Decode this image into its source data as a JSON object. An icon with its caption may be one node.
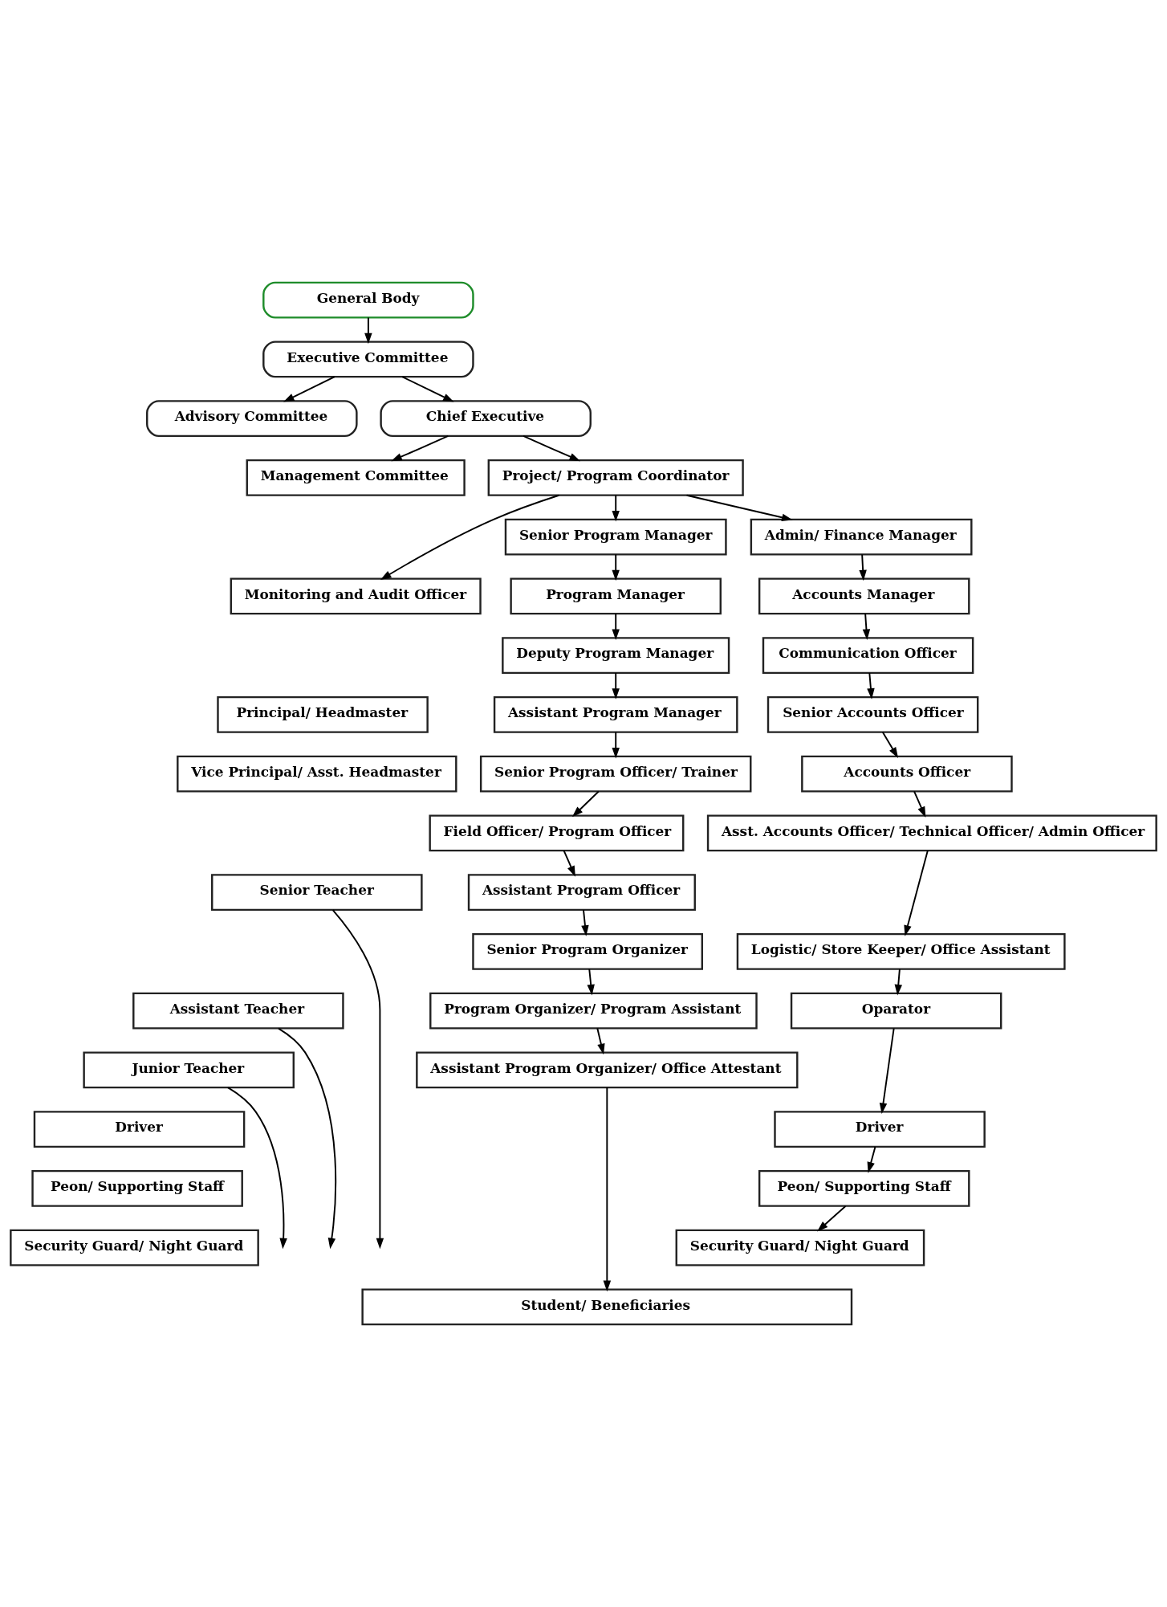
{
  "diagram": {
    "nodes": [
      {
        "text": [
          "General Body"
        ]
      },
      {
        "text": [
          "Executive Committee"
        ]
      },
      {
        "text": [
          "Advisory Committee"
        ]
      },
      {
        "text": [
          "Chief Executive"
        ]
      },
      {
        "text": [
          "Management Committee"
        ]
      },
      {
        "text": [
          "Project/ Program Coordinator"
        ]
      },
      {
        "text": [
          "Monitoring and Audit Officer"
        ]
      },
      {
        "text": [
          "Senior Program Manager"
        ]
      },
      {
        "text": [
          "Admin/ Finance Manager"
        ]
      },
      {
        "text": [
          "Program Manager"
        ]
      },
      {
        "text": [
          "Accounts Manager"
        ]
      },
      {
        "text": [
          "Deputy Program Manager"
        ]
      },
      {
        "text": [
          "Communication Officer"
        ]
      },
      {
        "text": [
          "Principal/ Headmaster"
        ]
      },
      {
        "text": [
          "Assistant Program Manager"
        ]
      },
      {
        "text": [
          "Senior Accounts Officer"
        ]
      },
      {
        "text": [
          "Vice Principal/ Asst. Headmaster"
        ]
      },
      {
        "text": [
          "Senior Program Officer/ Trainer"
        ]
      },
      {
        "text": [
          "Accounts Officer"
        ]
      },
      {
        "text": [
          "Field Officer/ Program Officer"
        ]
      },
      {
        "text": [
          "Asst. Accounts Officer/ Technical Officer/ Admin Officer"
        ]
      },
      {
        "text": [
          "Senior Teacher"
        ]
      },
      {
        "text": [
          "Assistant Program Officer"
        ]
      },
      {
        "text": [
          "Senior Program Organizer"
        ]
      },
      {
        "text": [
          "Logistic/ Store Keeper/ Office Assistant"
        ]
      },
      {
        "text": [
          "Assistant Teacher"
        ]
      },
      {
        "text": [
          "Program Organizer/ Program Assistant"
        ]
      },
      {
        "text": [
          "Oparator"
        ]
      },
      {
        "text": [
          "Junior Teacher"
        ]
      },
      {
        "text": [
          "Assistant Program Organizer/ Office Attestant"
        ]
      },
      {
        "text": [
          "Driver"
        ]
      },
      {
        "text": [
          "Driver"
        ]
      },
      {
        "text": [
          "Peon/ Supporting Staff"
        ]
      },
      {
        "text": [
          "Peon/ Supporting Staff"
        ]
      },
      {
        "text": [
          "Security Guard/ Night Guard"
        ]
      },
      {
        "text": [
          "Security Guard/ Night Guard"
        ]
      },
      {
        "text": [
          "Student/ Beneficiaries"
        ]
      }
    ],
    "edges": [
      {
        "from": 0,
        "to": 1,
        "arrow": "to"
      },
      {
        "from": 1,
        "to": 2,
        "arrow": "to"
      },
      {
        "from": 1,
        "to": 3,
        "arrow": "to"
      },
      {
        "from": 3,
        "to": 4,
        "arrow": "to"
      },
      {
        "from": 3,
        "to": 5,
        "arrow": "to"
      },
      {
        "from": 5,
        "to": 6,
        "arrow": "to"
      },
      {
        "from": 5,
        "to": 7,
        "arrow": "to"
      },
      {
        "from": 5,
        "to": 8,
        "arrow": "to"
      },
      {
        "from": 7,
        "to": 9,
        "arrow": "to"
      },
      {
        "from": 9,
        "to": 11,
        "arrow": "to"
      },
      {
        "from": 11,
        "to": 14,
        "arrow": "to"
      },
      {
        "from": 14,
        "to": 17,
        "arrow": "to"
      },
      {
        "from": 17,
        "to": 19,
        "arrow": "to"
      },
      {
        "from": 19,
        "to": 22,
        "arrow": "to"
      },
      {
        "from": 22,
        "to": 23,
        "arrow": "to"
      },
      {
        "from": 23,
        "to": 26,
        "arrow": "to"
      },
      {
        "from": 26,
        "to": 29,
        "arrow": "to"
      },
      {
        "from": 29,
        "to": 36,
        "arrow": "to"
      },
      {
        "from": 8,
        "to": 10,
        "arrow": "to"
      },
      {
        "from": 10,
        "to": 12,
        "arrow": "to"
      },
      {
        "from": 12,
        "to": 15,
        "arrow": "to"
      },
      {
        "from": 15,
        "to": 18,
        "arrow": "to"
      },
      {
        "from": 18,
        "to": 20,
        "arrow": "to"
      },
      {
        "from": 20,
        "to": 24,
        "arrow": "to"
      },
      {
        "from": 24,
        "to": 27,
        "arrow": "to"
      },
      {
        "from": 27,
        "to": 31,
        "arrow": "to"
      },
      {
        "from": 31,
        "to": 33,
        "arrow": "to"
      },
      {
        "from": 33,
        "to": 35,
        "arrow": "to"
      },
      {
        "from": 21,
        "to": null,
        "arrow": "to"
      },
      {
        "from": 25,
        "to": null,
        "arrow": "to"
      },
      {
        "from": 28,
        "to": null,
        "arrow": "to"
      }
    ]
  }
}
